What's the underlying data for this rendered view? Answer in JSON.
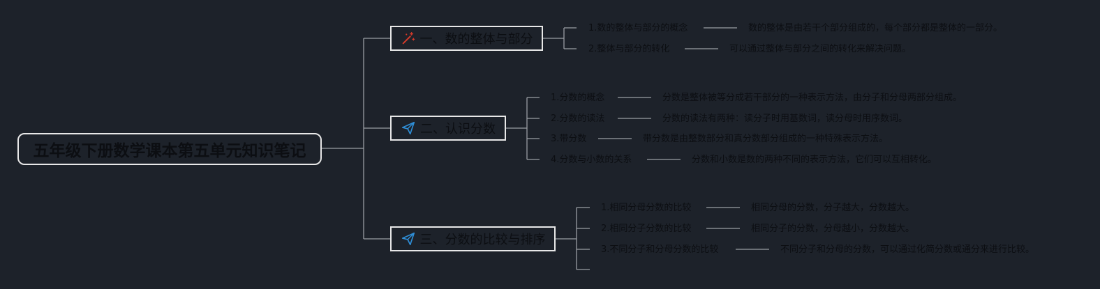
{
  "root": {
    "title": "五年级下册数学课本第五单元知识笔记"
  },
  "branches": [
    {
      "title": "一、数的整体与部分",
      "icon": "magic-wand-icon",
      "icon_color": "#d23a2a",
      "items": [
        {
          "topic": "1.数的整体与部分的概念",
          "detail": "数的整体是由若干个部分组成的，每个部分都是整体的一部分。"
        },
        {
          "topic": "2.整体与部分的转化",
          "detail": "可以通过整体与部分之间的转化来解决问题。"
        }
      ]
    },
    {
      "title": "二、认识分数",
      "icon": "paper-plane-icon",
      "icon_color": "#2f8fd8",
      "items": [
        {
          "topic": "1.分数的概念",
          "detail": "分数是整体被等分成若干部分的一种表示方法，由分子和分母两部分组成。"
        },
        {
          "topic": "2.分数的读法",
          "detail": "分数的读法有两种：读分子时用基数词，读分母时用序数词。"
        },
        {
          "topic": "3.带分数",
          "detail": "带分数是由整数部分和真分数部分组成的一种特殊表示方法。"
        },
        {
          "topic": "4.分数与小数的关系",
          "detail": "分数和小数是数的两种不同的表示方法，它们可以互相转化。"
        }
      ]
    },
    {
      "title": "三、分数的比较与排序",
      "icon": "paper-plane-icon",
      "icon_color": "#2f8fd8",
      "items": [
        {
          "topic": "1.相同分母分数的比较",
          "detail": "相同分母的分数，分子越大，分数越大。"
        },
        {
          "topic": "2.相同分子分数的比较",
          "detail": "相同分子的分数，分母越小，分数越大。"
        },
        {
          "topic": "3.不同分子和分母分数的比较",
          "detail": "不同分子和分母的分数，可以通过化简分数或通分来进行比较。"
        },
        {
          "topic": "",
          "detail": ""
        }
      ]
    }
  ],
  "colors": {
    "background": "#1d222a",
    "line": "#9a9ea4",
    "border": "#e8e8e8",
    "text": "#0c0e12"
  }
}
